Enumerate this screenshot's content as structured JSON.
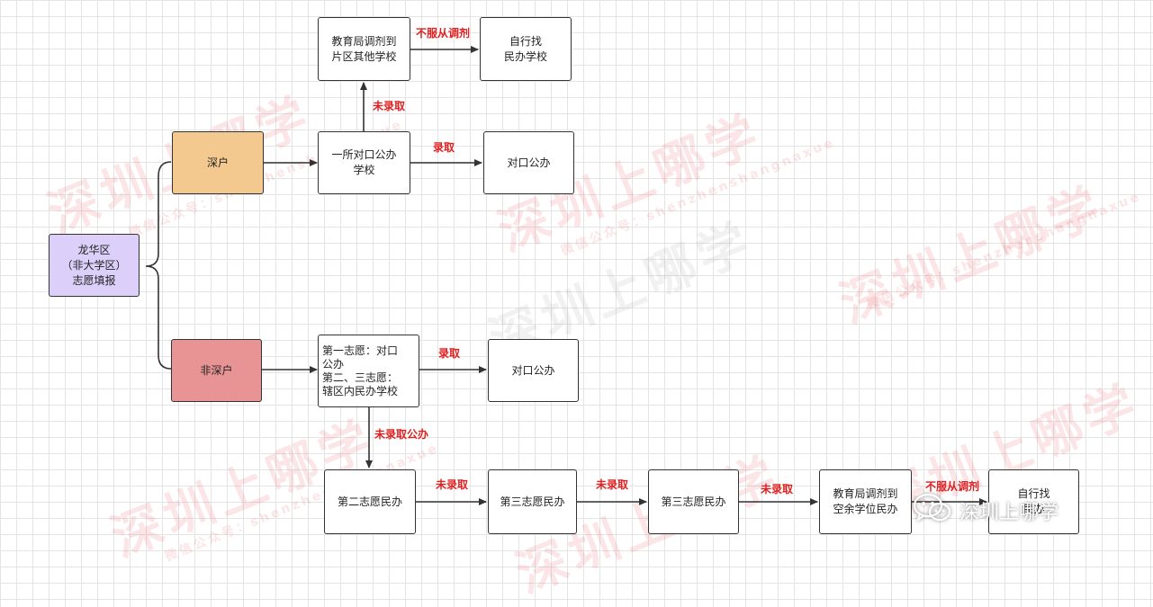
{
  "nodes": {
    "longhua": "龙华区\n（非大学区）\n志愿填报",
    "shenhu": "深户",
    "feishenhu": "非深户",
    "yisuo": "一所对口公办\n学校",
    "duikou1": "对口公办",
    "tiaoji1": "教育局调剂到\n片区其他学校",
    "zixing1": "自行找\n民办学校",
    "zhiyuan": "第一志愿：对口\n公办\n第二、三志愿：\n辖区内民办学校",
    "duikou2": "对口公办",
    "di2": "第二志愿民办",
    "di3a": "第三志愿民办",
    "di3b": "第三志愿民办",
    "tiaoji2": "教育局调剂到\n空余学位民办",
    "zixing2": "自行找\n民办"
  },
  "labels": {
    "weiluqu": "未录取",
    "luqu": "录取",
    "bufu": "不服从调剂",
    "weiluqu_gongban": "未录取公办"
  },
  "watermarks": {
    "big": "深圳上哪学",
    "small": "微信公众号：shenzhenshangnaxue"
  },
  "badge": {
    "text": "深圳上哪学",
    "icon": "wechat-icon"
  },
  "colors": {
    "shenhu_fill": "#f4c98f",
    "feishenhu_fill": "#e89494",
    "longhua_fill": "#dcd0fa",
    "label_red": "#e02020"
  }
}
